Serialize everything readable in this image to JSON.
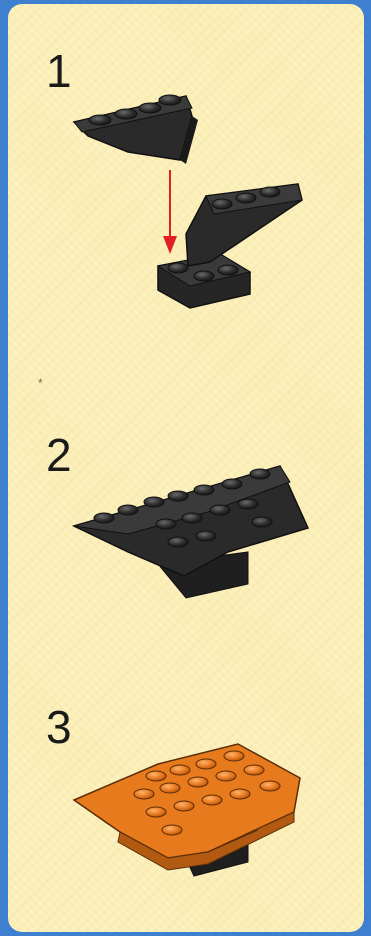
{
  "steps": [
    {
      "number": "1",
      "illustration": "dark-gray-slope-brick-attached-to-plate"
    },
    {
      "number": "2",
      "illustration": "dark-gray-assembled-wing-base"
    },
    {
      "number": "3",
      "illustration": "orange-wedge-plate-on-top"
    }
  ],
  "colors": {
    "page_border": "#3f7fcf",
    "panel_background": "#fbeeb6",
    "brick_dark": "#2b2b2b",
    "brick_orange": "#e87a1e",
    "arrow_red": "#e02020"
  },
  "icons": [
    "placement-arrow-icon"
  ]
}
